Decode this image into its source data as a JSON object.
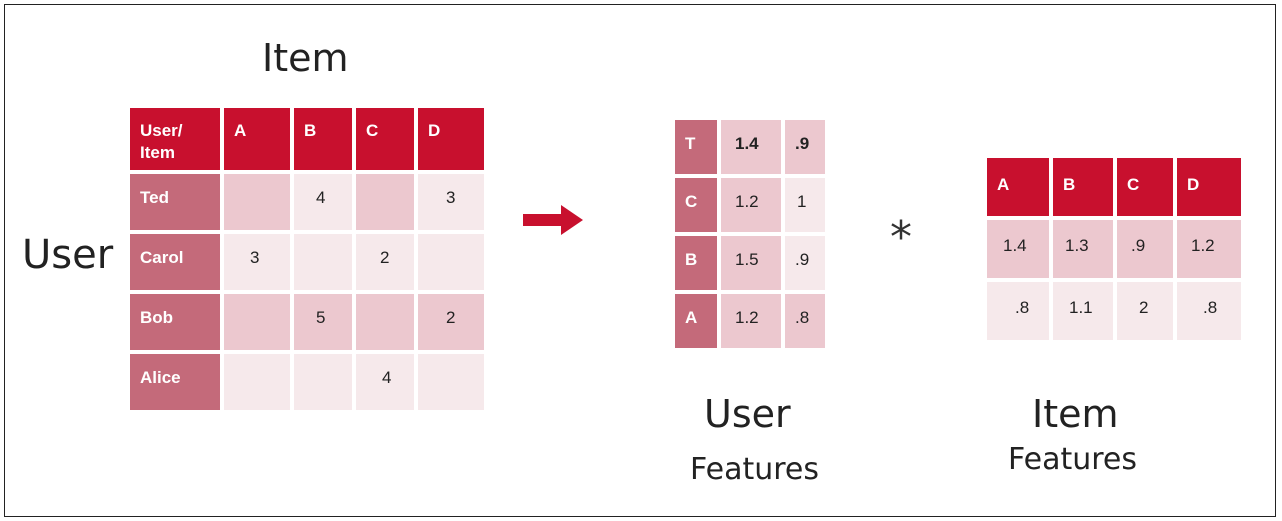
{
  "rating_matrix": {
    "col_label": "Item",
    "row_label": "User",
    "corner": "User/ Item",
    "columns": [
      "A",
      "B",
      "C",
      "D"
    ],
    "rows": [
      {
        "name": "Ted",
        "values": [
          "",
          "4",
          "",
          "3"
        ]
      },
      {
        "name": "Carol",
        "values": [
          "3",
          "",
          "2",
          ""
        ]
      },
      {
        "name": "Bob",
        "values": [
          "",
          "5",
          "",
          "2"
        ]
      },
      {
        "name": "Alice",
        "values": [
          "",
          "",
          "4",
          ""
        ]
      }
    ]
  },
  "user_features": {
    "label_line1": "User",
    "label_line2": "Features",
    "rows": [
      {
        "name": "T",
        "values": [
          "1.4",
          ".9"
        ]
      },
      {
        "name": "C",
        "values": [
          "1.2",
          "1"
        ]
      },
      {
        "name": "B",
        "values": [
          "1.5",
          ".9"
        ]
      },
      {
        "name": "A",
        "values": [
          "1.2",
          ".8"
        ]
      }
    ]
  },
  "operator": "*",
  "item_features": {
    "label_line1": "Item",
    "label_line2": "Features",
    "columns": [
      "A",
      "B",
      "C",
      "D"
    ],
    "rows": [
      {
        "values": [
          "1.4",
          "1.3",
          ".9",
          "1.2"
        ]
      },
      {
        "values": [
          ".8",
          "1.1",
          "2",
          ".8"
        ]
      }
    ]
  },
  "colors": {
    "header": "#c8102e",
    "row_header": "#c46a7a",
    "cell_dark": "#ecc8cf",
    "cell_light": "#f6e9eb"
  }
}
